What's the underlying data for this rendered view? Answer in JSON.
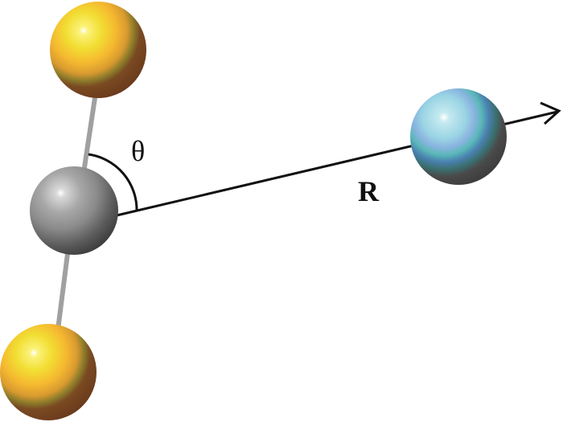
{
  "diagram": {
    "angle_label": "θ",
    "vector_label": "R",
    "atoms": [
      {
        "name": "top-atom",
        "color": "#f0c020"
      },
      {
        "name": "center-atom",
        "color": "#8a8a8a"
      },
      {
        "name": "bottom-atom",
        "color": "#f0c020"
      },
      {
        "name": "projectile-atom",
        "color": "#7cc8d8"
      }
    ]
  }
}
